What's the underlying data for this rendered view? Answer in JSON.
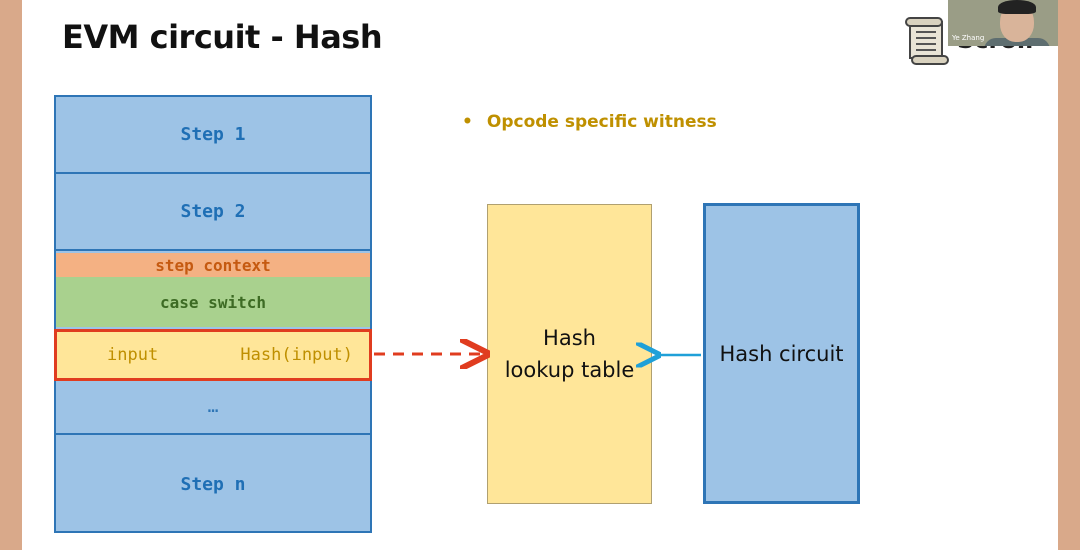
{
  "slide": {
    "title": "EVM circuit - Hash",
    "logo_text": "Scroll",
    "presenter_name": "Ye Zhang"
  },
  "diagram": {
    "column_rows": {
      "step1": "Step 1",
      "step2": "Step 2",
      "step_context": "step context",
      "case_switch": "case switch",
      "input": "input",
      "hash_input": "Hash(input)",
      "ellipsis": "…",
      "step_n": "Step n"
    },
    "bullet": "Opcode specific witness",
    "lookup_table": [
      "Hash",
      "lookup table"
    ],
    "hash_circuit": "Hash circuit"
  },
  "colors": {
    "step_blue": "#9dc3e6",
    "border_blue": "#2e75b6",
    "context_orange": "#f4b183",
    "case_green": "#a9d18e",
    "highlight_yellow": "#ffe699",
    "arrow_red": "#e03c1f",
    "arrow_blue": "#1fa0d8",
    "bullet_gold": "#bf9000"
  }
}
